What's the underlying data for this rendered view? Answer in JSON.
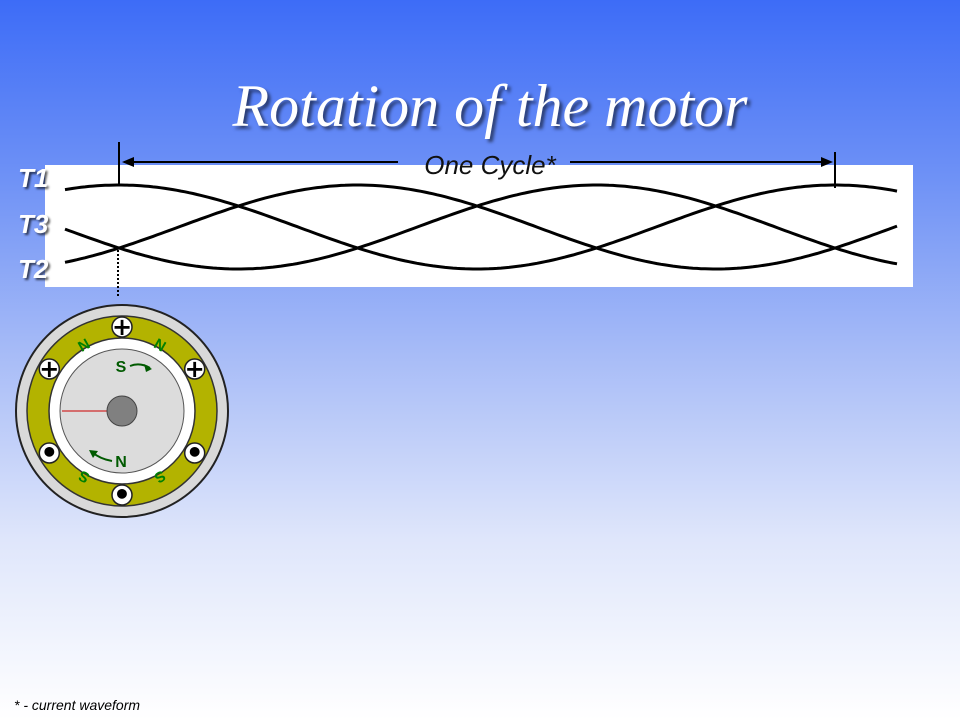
{
  "slide": {
    "title": "Rotation of the motor",
    "cycle_label": "One Cycle*",
    "footnote": "* - current waveform"
  },
  "traces": [
    {
      "label": "T1",
      "phase_deg": 0
    },
    {
      "label": "T3",
      "phase_deg": -120
    },
    {
      "label": "T2",
      "phase_deg": 120
    }
  ],
  "motor": {
    "stator_poles": [
      {
        "label": "+",
        "angle_deg": 0
      },
      {
        "label": "+",
        "angle_deg": 60
      },
      {
        "label": "•",
        "angle_deg": 120
      },
      {
        "label": "•",
        "angle_deg": 180
      },
      {
        "label": "•",
        "angle_deg": 240
      },
      {
        "label": "+",
        "angle_deg": 300
      }
    ],
    "field_labels": [
      "N",
      "N",
      "S",
      "S"
    ],
    "rotor_labels": [
      "S",
      "N"
    ]
  },
  "colors": {
    "stator": "#b3b300",
    "pole_label": "#008000",
    "rotor_label": "#005a00",
    "trace": "#000000",
    "pointer": "#cc0000"
  }
}
